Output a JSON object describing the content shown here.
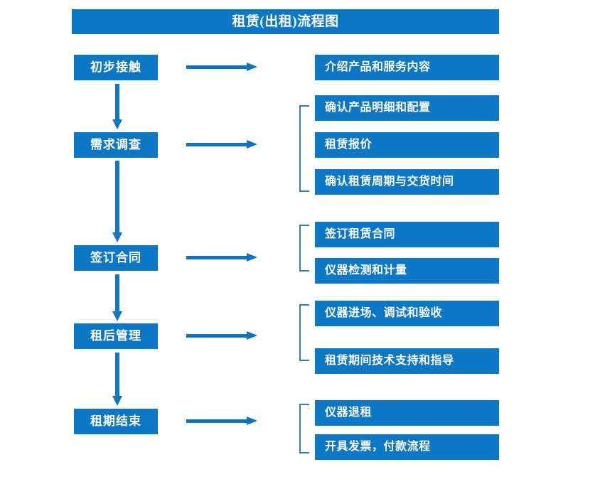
{
  "diagram": {
    "title": "租赁(出租)流程图",
    "accent_color": "#0c77c4",
    "arrow_color": "#0f72be",
    "bracket_color": "#3b79b5",
    "text_color": "#ffffff",
    "background_color": "#ffffff"
  },
  "stages": [
    {
      "id": "stage-1",
      "label": "初步接触"
    },
    {
      "id": "stage-2",
      "label": "需求调查"
    },
    {
      "id": "stage-3",
      "label": "签订合同"
    },
    {
      "id": "stage-4",
      "label": "租后管理"
    },
    {
      "id": "stage-5",
      "label": "租期结束"
    }
  ],
  "details": [
    {
      "id": "detail-1-1",
      "label": "介绍产品和服务内容",
      "stage": "初步接触"
    },
    {
      "id": "detail-2-1",
      "label": "确认产品明细和配置",
      "stage": "需求调查"
    },
    {
      "id": "detail-2-2",
      "label": "租赁报价",
      "stage": "需求调查"
    },
    {
      "id": "detail-2-3",
      "label": "确认租赁周期与交货时间",
      "stage": "需求调查"
    },
    {
      "id": "detail-3-1",
      "label": "签订租赁合同",
      "stage": "签订合同"
    },
    {
      "id": "detail-3-2",
      "label": "仪器检测和计量",
      "stage": "签订合同"
    },
    {
      "id": "detail-4-1",
      "label": "仪器进场、调试和验收",
      "stage": "租后管理"
    },
    {
      "id": "detail-4-2",
      "label": "租赁期间技术支持和指导",
      "stage": "租后管理"
    },
    {
      "id": "detail-5-1",
      "label": "仪器退租",
      "stage": "租期结束"
    },
    {
      "id": "detail-5-2",
      "label": "开具发票，付款流程",
      "stage": "租期结束"
    }
  ],
  "connectors": {
    "horizontal_arrows": 5,
    "vertical_arrows": 4,
    "brackets": 4
  }
}
